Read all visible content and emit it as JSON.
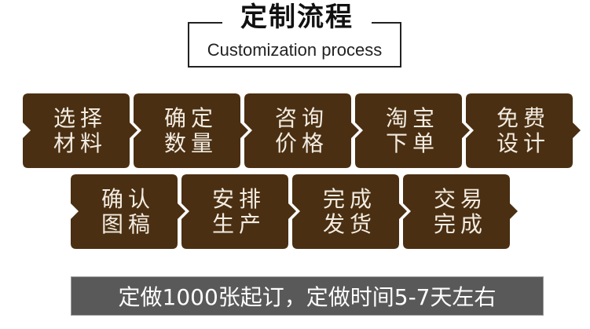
{
  "header": {
    "title_cn": "定制流程",
    "title_en": "Customization process"
  },
  "colors": {
    "card_fill": "#4a2f12",
    "card_text": "#f3ece2",
    "banner_fill": "#595959",
    "banner_text": "#ffffff"
  },
  "steps_row1": [
    {
      "line1": "选择",
      "line2": "材料"
    },
    {
      "line1": "确定",
      "line2": "数量"
    },
    {
      "line1": "咨询",
      "line2": "价格"
    },
    {
      "line1": "淘宝",
      "line2": "下单"
    },
    {
      "line1": "免费",
      "line2": "设计"
    }
  ],
  "steps_row2": [
    {
      "line1": "确认",
      "line2": "图稿"
    },
    {
      "line1": "安排",
      "line2": "生产"
    },
    {
      "line1": "完成",
      "line2": "发货"
    },
    {
      "line1": "交易",
      "line2": "完成"
    }
  ],
  "banner": {
    "text": "定做1000张起订，定做时间5-7天左右"
  }
}
